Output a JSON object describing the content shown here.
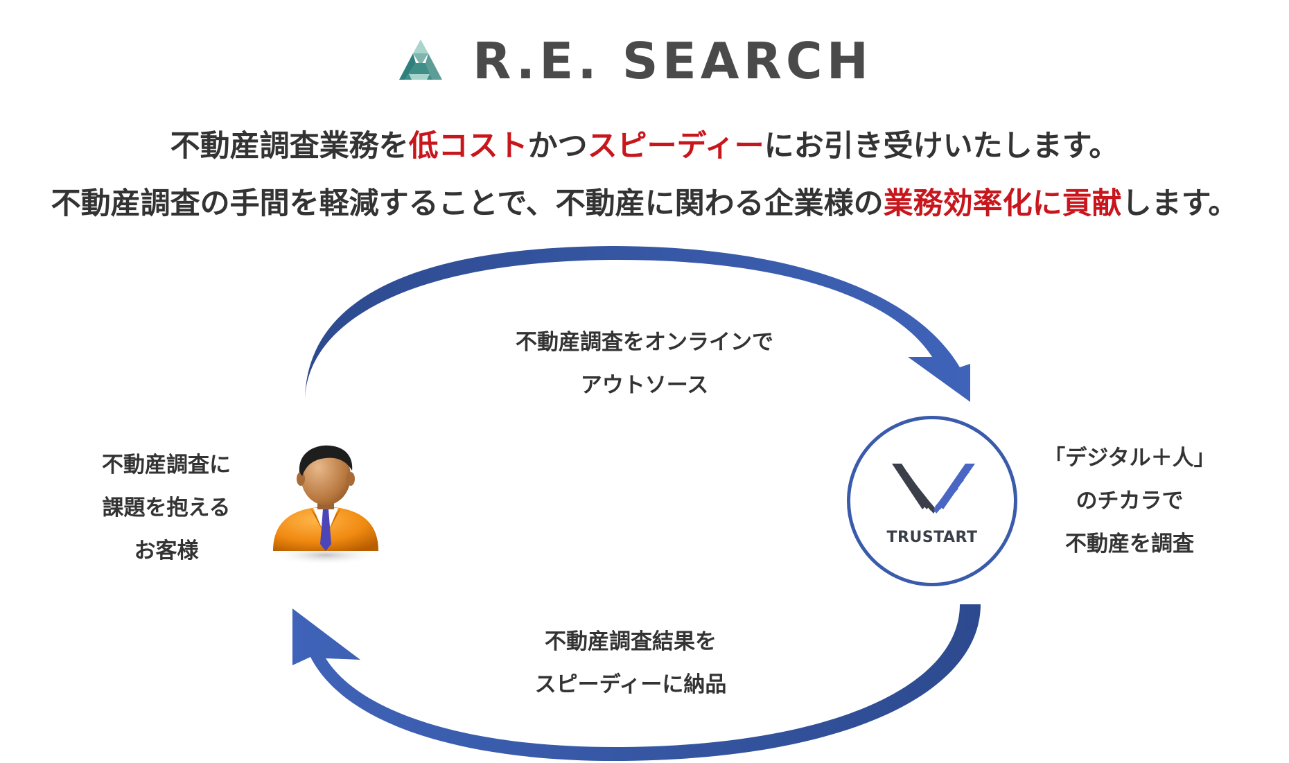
{
  "brand": {
    "name": "R.E. SEARCH",
    "logo_icon": "prism-triangle-icon",
    "colors": [
      "#7fb5ad",
      "#2f7f7c",
      "#a8d4cc"
    ]
  },
  "headline": {
    "line1": {
      "part1": "不動産調査業務を",
      "highlight1": "低コスト",
      "part2": "かつ",
      "highlight2": "スピーディー",
      "part3": "にお引き受けいたします。"
    },
    "line2": {
      "part1": "不動産調査の手間を軽減することで、不動産に関わる企業様の",
      "highlight": "業務効率化に貢献",
      "part2": "します。"
    },
    "highlight_color": "#c8161d"
  },
  "diagram": {
    "arrow_color": "#3a5bab",
    "top_flow": {
      "line1": "不動産調査をオンラインで",
      "line2": "アウトソース"
    },
    "bottom_flow": {
      "line1": "不動産調査結果を",
      "line2": "スピーディーに納品"
    },
    "customer": {
      "icon": "businessman-avatar-icon",
      "line1": "不動産調査に",
      "line2": "課題を抱える",
      "line3": "お客様"
    },
    "provider": {
      "logo_icon": "trustart-wing-icon",
      "name": "TRUSTART",
      "line1": "「デジタル＋人」",
      "line2": "のチカラで",
      "line3": "不動産を調査"
    }
  }
}
